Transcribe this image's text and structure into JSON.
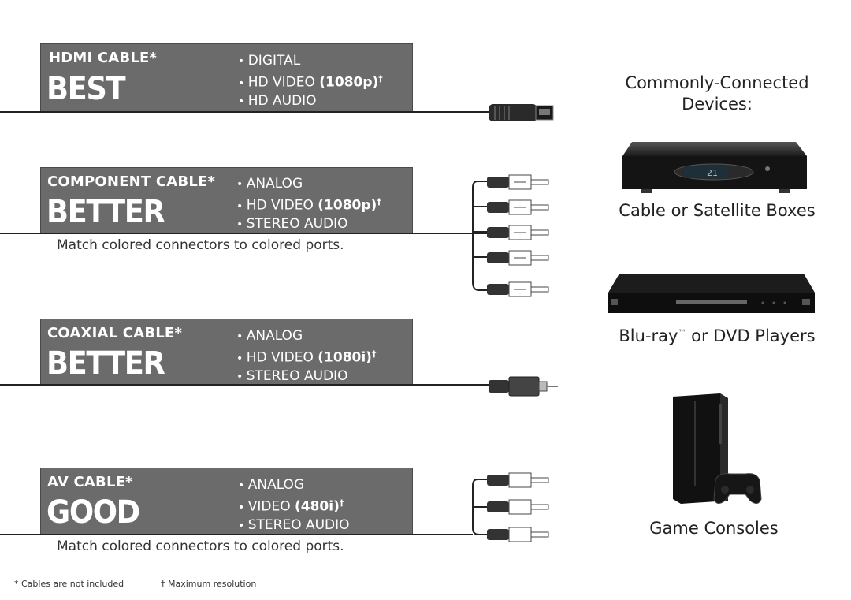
{
  "cables": [
    {
      "name": "HDMI CABLE",
      "asterisk": "*",
      "rating": "BEST",
      "specs": [
        {
          "text": "DIGITAL",
          "bold": ""
        },
        {
          "text": "HD VIDEO ",
          "bold": "(1080p)",
          "sup": "†"
        },
        {
          "text": "HD AUDIO",
          "bold": ""
        }
      ]
    },
    {
      "name": "COMPONENT CABLE",
      "asterisk": "*",
      "rating": "BETTER",
      "specs": [
        {
          "text": "ANALOG",
          "bold": ""
        },
        {
          "text": "HD VIDEO ",
          "bold": "(1080p)",
          "sup": "†"
        },
        {
          "text": "STEREO AUDIO",
          "bold": ""
        }
      ],
      "note": "Match colored connectors to colored ports."
    },
    {
      "name": "COAXIAL CABLE",
      "asterisk": "*",
      "rating": "BETTER",
      "specs": [
        {
          "text": "ANALOG",
          "bold": ""
        },
        {
          "text": "HD VIDEO ",
          "bold": "(1080i)",
          "sup": "†"
        },
        {
          "text": "STEREO AUDIO",
          "bold": ""
        }
      ]
    },
    {
      "name": "AV CABLE",
      "asterisk": "*",
      "rating": "GOOD",
      "specs": [
        {
          "text": "ANALOG",
          "bold": ""
        },
        {
          "text": "VIDEO ",
          "bold": "(480i)",
          "sup": "†"
        },
        {
          "text": "STEREO AUDIO",
          "bold": ""
        }
      ],
      "note": "Match colored connectors to colored ports."
    }
  ],
  "devices": {
    "heading_line1": "Commonly-Connected",
    "heading_line2": "Devices:",
    "items": [
      {
        "label": "Cable or Satellite Boxes",
        "display": "21",
        "icon": "set-top-box-icon"
      },
      {
        "label_pre": "Blu-ray",
        "label_tm": "™",
        "label_post": " or DVD Players",
        "icon": "blu-ray-player-icon"
      },
      {
        "label": "Game Consoles",
        "icon": "game-console-icon"
      }
    ]
  },
  "footnotes": {
    "asterisk": "* Cables are not included",
    "dagger": "† Maximum resolution"
  },
  "colors": {
    "panel": "#6b6b6b",
    "panel_text": "#ffffff",
    "line": "#222222"
  }
}
